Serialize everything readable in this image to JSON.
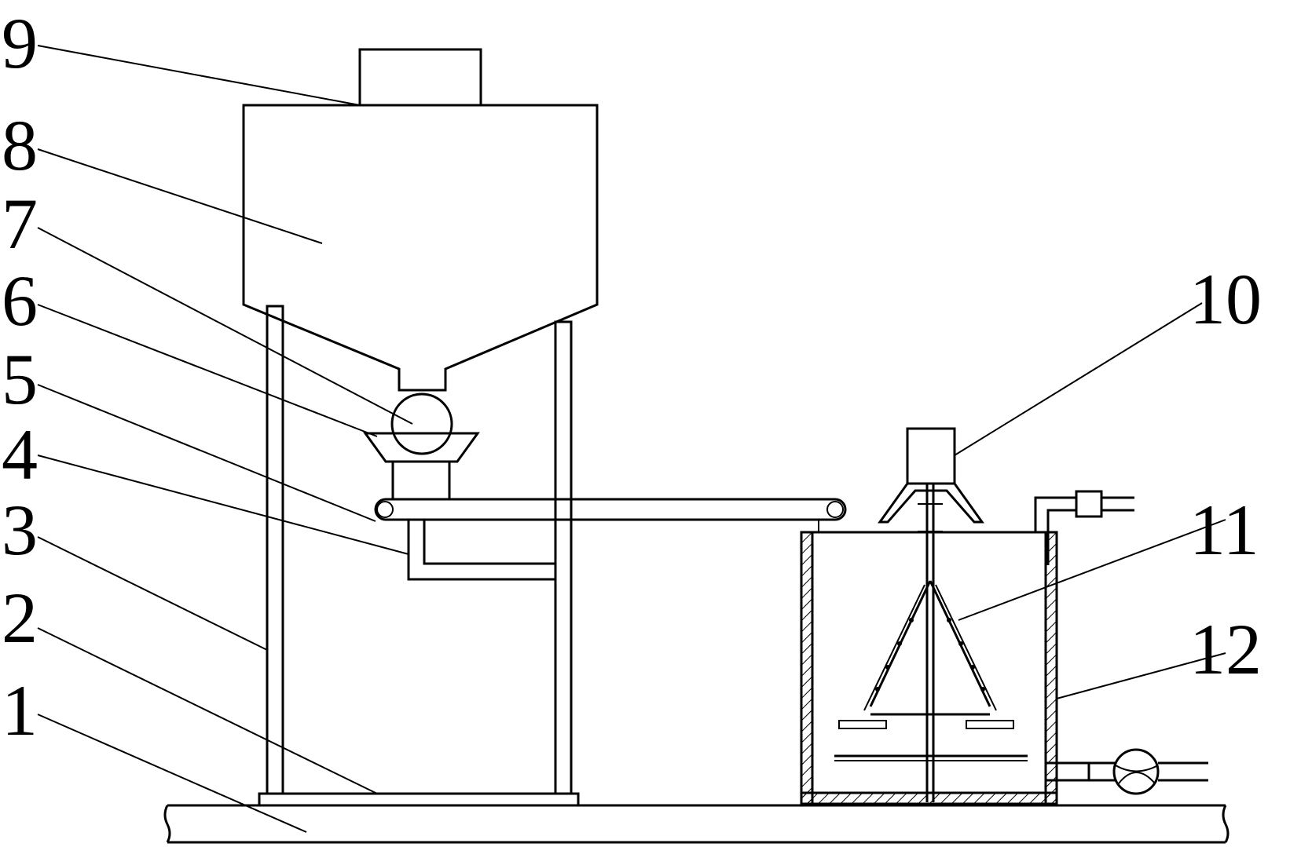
{
  "labels": [
    {
      "id": "1",
      "text": "1"
    },
    {
      "id": "2",
      "text": "2"
    },
    {
      "id": "3",
      "text": "3"
    },
    {
      "id": "4",
      "text": "4"
    },
    {
      "id": "5",
      "text": "5"
    },
    {
      "id": "6",
      "text": "6"
    },
    {
      "id": "7",
      "text": "7"
    },
    {
      "id": "8",
      "text": "8"
    },
    {
      "id": "9",
      "text": "9"
    },
    {
      "id": "10",
      "text": "10"
    },
    {
      "id": "11",
      "text": "11"
    },
    {
      "id": "12",
      "text": "12"
    }
  ]
}
